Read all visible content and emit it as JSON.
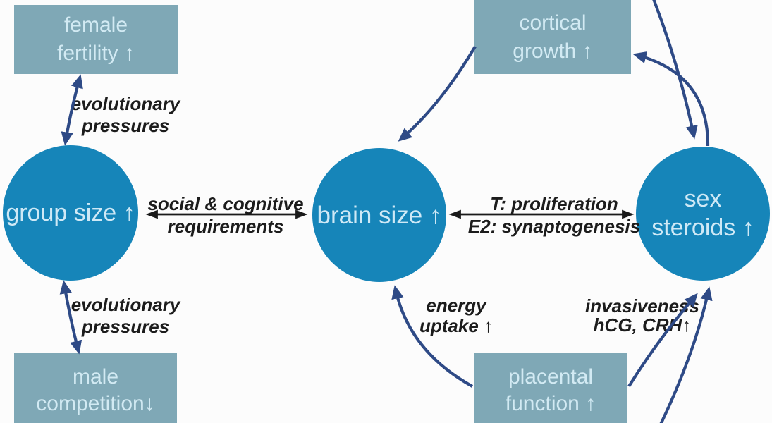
{
  "diagram": {
    "background": "#fcfcfc",
    "colors": {
      "box_fill": "#7fa8b6",
      "circle_fill": "#1685b9",
      "node_text": "#d2eaf3",
      "navy_arrow": "#2e4a86",
      "black_arrow": "#1a1a1a",
      "annotation_text": "#1c1c1c"
    },
    "boxes": {
      "female_fertility": {
        "line1": "female",
        "line2": "fertility ↑"
      },
      "cortical_growth": {
        "line1": "cortical",
        "line2": "growth ↑"
      },
      "male_competition": {
        "line1": "male",
        "line2": "competition↓"
      },
      "placental_function": {
        "line1": "placental",
        "line2": "function ↑"
      }
    },
    "circles": {
      "group_size": {
        "label": "group size ↑"
      },
      "brain_size": {
        "label": "brain size ↑"
      },
      "sex_steroids": {
        "line1": "sex",
        "line2": "steroids ↑"
      }
    },
    "annotations": {
      "evolutionary_pressures_top": {
        "line1": "evolutionary",
        "line2": "pressures"
      },
      "social_cognitive": {
        "line1": "social & cognitive",
        "line2": "requirements"
      },
      "hormones": {
        "line1": "T: proliferation",
        "line2": "E2: synaptogenesis"
      },
      "evolutionary_pressures_bottom": {
        "line1": "evolutionary",
        "line2": "pressures"
      },
      "energy_uptake": {
        "line1": "energy",
        "line2": "uptake ↑"
      },
      "invasiveness": {
        "line1": "invasiveness",
        "line2": "hCG, CRH↑"
      }
    }
  }
}
